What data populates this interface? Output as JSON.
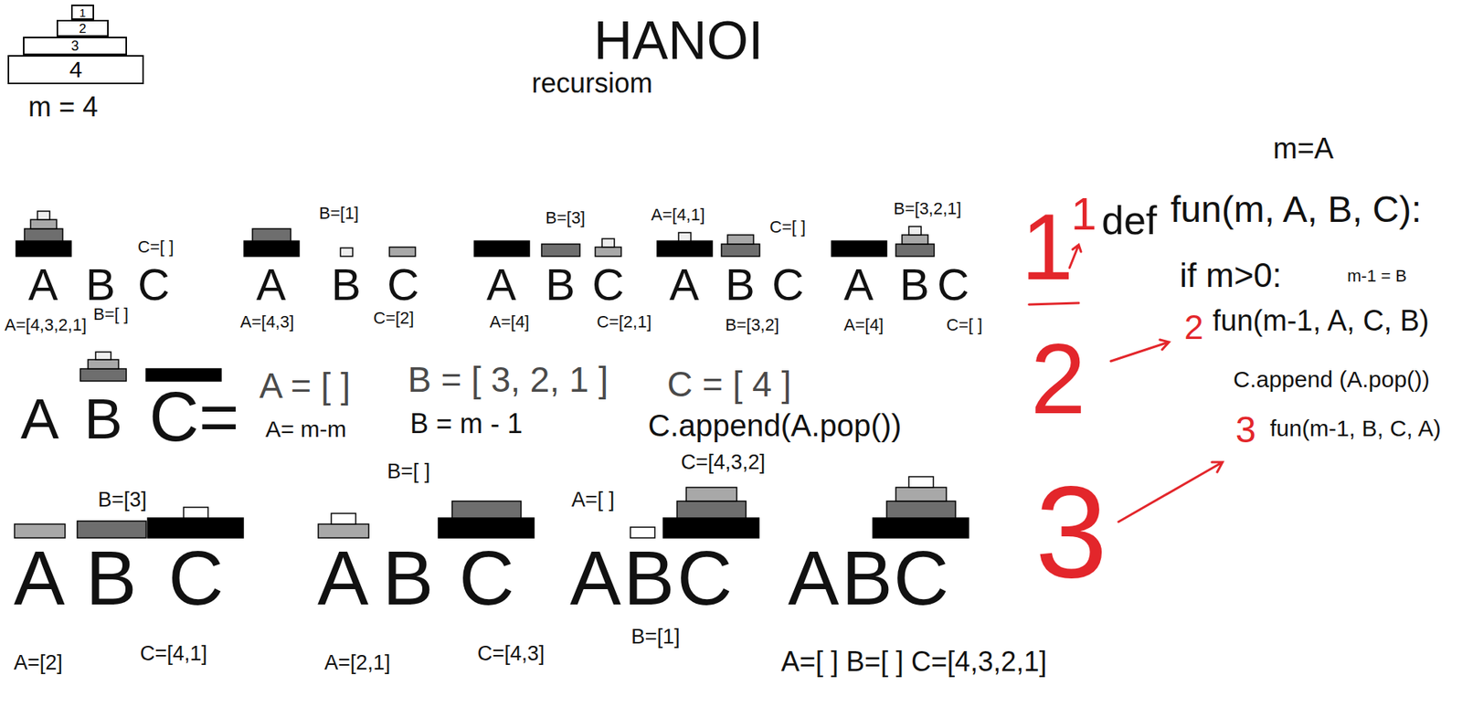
{
  "diagram": {
    "title": "HANOI",
    "nodes": [
      {
        "text": [
          "1"
        ]
      },
      {
        "text": [
          "2"
        ]
      },
      {
        "text": [
          "3"
        ]
      },
      {
        "text": [
          "4"
        ]
      }
    ],
    "labels": [
      "recursiom",
      "m = 4",
      "A",
      "B",
      "C",
      "C=[ ]",
      "A=[4,3,2,1]",
      "B=[ ]",
      "A",
      "B",
      "C",
      "B=[1]",
      "A=[4,3]",
      "C=[2]",
      "A",
      "B",
      "C",
      "B=[3]",
      "A=[4]",
      "C=[2,1]",
      "A",
      "B",
      "C",
      "A=[4,1]",
      "B=[3,2]",
      "C=[ ]",
      "A",
      "B",
      "C",
      "B=[3,2,1]",
      "A=[4]",
      "C=[ ]",
      "A",
      "B",
      "C=",
      "A = [ ]",
      "B = [ 3, 2, 1 ]",
      "C = [ 4 ]",
      "A= m-m",
      "B = m - 1",
      "C.append(A.pop())",
      "A",
      "B",
      "C",
      "B=[3]",
      "A=[2]",
      "C=[4,1]",
      "A",
      "B",
      "C",
      "B=[ ]",
      "A=[2,1]",
      "C=[4,3]",
      "A",
      "B",
      "C",
      "C=[4,3,2]",
      "A=[ ]",
      "B=[1]",
      "A",
      "B",
      "C",
      "A=[ ] B=[ ] C=[4,3,2,1]",
      "1",
      "1",
      "2",
      "3",
      "def",
      "fun(m, A, B, C):",
      "m=A",
      "if m>0:",
      "m-1 = B",
      "2",
      "fun(m-1, A, C, B)",
      "C.append (A.pop())",
      "3",
      "fun(m-1, B, C, A)"
    ]
  }
}
